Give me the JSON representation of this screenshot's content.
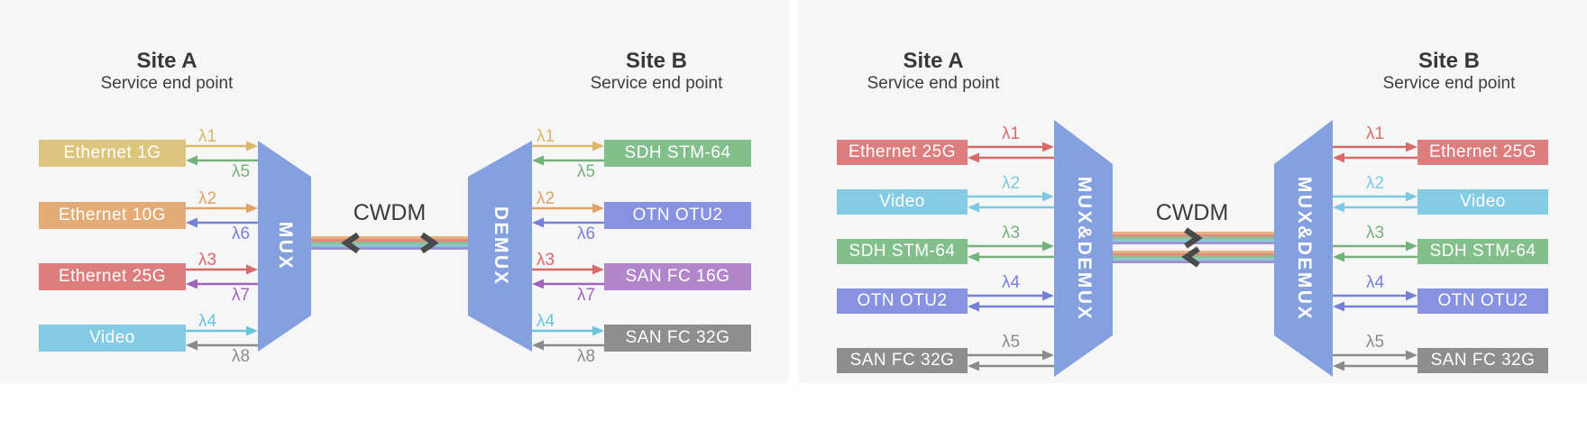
{
  "panel_left": {
    "site_a": {
      "title": "Site A",
      "subtitle": "Service end point"
    },
    "site_b": {
      "title": "Site B",
      "subtitle": "Service end point"
    },
    "mux_label": "MUX",
    "demux_label": "DEMUX",
    "link_label": "CWDM",
    "rows": [
      {
        "source": {
          "label": "Ethernet 1G",
          "color": "#ddc57e"
        },
        "dest": {
          "label": "SDH STM-64",
          "color": "#82bf8b"
        },
        "forward_wavelength": {
          "label": "λ1",
          "color": "#d9b86b"
        },
        "return_wavelength": {
          "label": "λ5",
          "color": "#74b27b"
        }
      },
      {
        "source": {
          "label": "Ethernet 10G",
          "color": "#e3ab78"
        },
        "dest": {
          "label": "OTN OTU2",
          "color": "#8792e1"
        },
        "forward_wavelength": {
          "label": "λ2",
          "color": "#dda368"
        },
        "return_wavelength": {
          "label": "λ6",
          "color": "#7680d8"
        }
      },
      {
        "source": {
          "label": "Ethernet 25G",
          "color": "#dd7e7e"
        },
        "dest": {
          "label": "SAN FC 16G",
          "color": "#b286cb"
        },
        "forward_wavelength": {
          "label": "λ3",
          "color": "#d96a6a"
        },
        "return_wavelength": {
          "label": "λ7",
          "color": "#a263bb"
        }
      },
      {
        "source": {
          "label": "Video",
          "color": "#83cce4"
        },
        "dest": {
          "label": "SAN FC 32G",
          "color": "#8e8e8e"
        },
        "forward_wavelength": {
          "label": "λ4",
          "color": "#69c4dd"
        },
        "return_wavelength": {
          "label": "λ8",
          "color": "#8a8a8a"
        }
      }
    ]
  },
  "panel_right": {
    "site_a": {
      "title": "Site A",
      "subtitle": "Service end point"
    },
    "site_b": {
      "title": "Site B",
      "subtitle": "Service end point"
    },
    "mux_label": "MUX&DEMUX",
    "demux_label": "MUX&DEMUX",
    "link_label": "CWDM",
    "rows": [
      {
        "service": {
          "label": "Ethernet 25G",
          "color": "#dd7e7e"
        },
        "wavelength": {
          "label": "λ1",
          "color": "#d96a6a"
        }
      },
      {
        "service": {
          "label": "Video",
          "color": "#83cce4"
        },
        "wavelength": {
          "label": "λ2",
          "color": "#7cc9e2"
        }
      },
      {
        "service": {
          "label": "SDH STM-64",
          "color": "#82bf8b"
        },
        "wavelength": {
          "label": "λ3",
          "color": "#74b27b"
        }
      },
      {
        "service": {
          "label": "OTN OTU2",
          "color": "#8792e1"
        },
        "wavelength": {
          "label": "λ4",
          "color": "#7680d8"
        }
      },
      {
        "service": {
          "label": "SAN FC 32G",
          "color": "#8e8e8e"
        },
        "wavelength": {
          "label": "λ5",
          "color": "#8a8a8a"
        }
      }
    ]
  },
  "colors": {
    "page_background": "#ffffff",
    "panel_background": "#f6f6f6",
    "mux_fill": "#84a0df",
    "title_text": "#383838",
    "box_text": "#ffffff",
    "chevron": "#4a4a4a",
    "fiber_stripes": [
      "#e7b27c",
      "#dc8b82",
      "#8cc08f",
      "#86c6d8",
      "#9c8fd0"
    ]
  }
}
